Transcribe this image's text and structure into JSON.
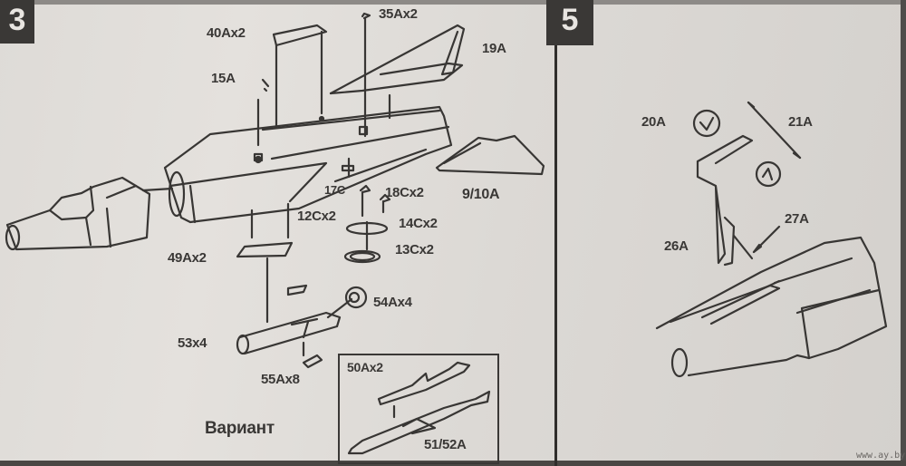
{
  "sheet": {
    "steps": [
      {
        "number": "3",
        "part_labels": {
          "p40A": "40Ax2",
          "p35A": "35Ax2",
          "p19A": "19A",
          "p15A": "15A",
          "p17C": "17C",
          "p18C": "18Cx2",
          "p12C": "12Cx2",
          "p9_10A": "9/10A",
          "p14C": "14Cx2",
          "p13C": "13Cx2",
          "p49A": "49Ax2",
          "p54A": "54Ax4",
          "p53": "53x4",
          "p55A": "55Ax8"
        },
        "variant": {
          "title": "Вариант",
          "part_labels": {
            "p50A": "50Ax2",
            "p51_52A": "51/52A"
          }
        }
      },
      {
        "number": "5",
        "part_labels": {
          "p20A": "20A",
          "p21A": "21A",
          "p27A": "27A",
          "p26A": "26A"
        }
      }
    ],
    "watermark": "www.ay.by",
    "colors": {
      "ink": "#3a3836",
      "paper": "#dedbd7",
      "badge": "#3a3836"
    }
  }
}
